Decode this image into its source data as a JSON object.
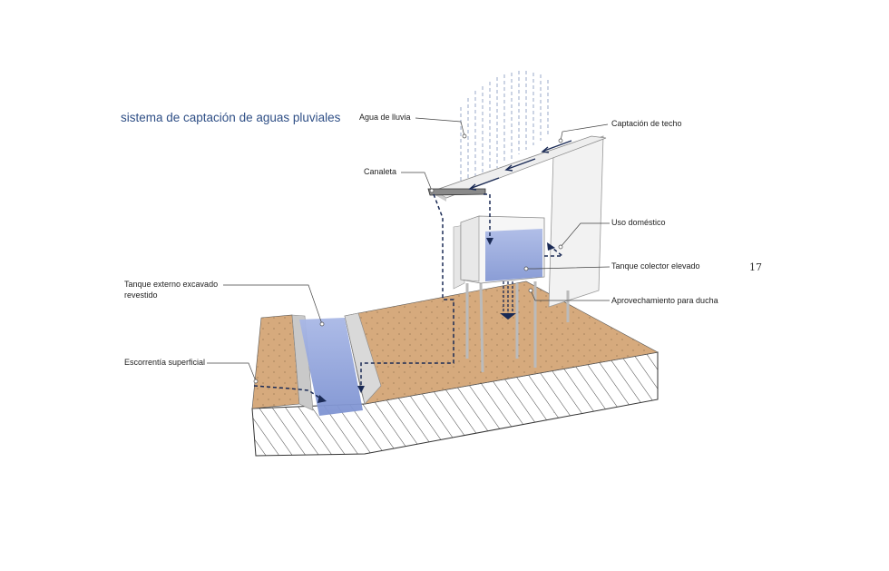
{
  "title": "sistema de captación de aguas pluviales",
  "page_number": "17",
  "labels": {
    "agua_lluvia": "Agua de lluvia",
    "captacion_techo": "Captación de techo",
    "canaleta": "Canaleta",
    "uso_domestico": "Uso doméstico",
    "tanque_elevado": "Tanque colector elevado",
    "aprovechamiento": "Aprovechamiento para ducha",
    "tanque_externo_1": "Tanque externo excavado",
    "tanque_externo_2": "revestido",
    "escorrentia": "Escorrentía superficial"
  },
  "colors": {
    "title": "#2f4f86",
    "soil": "#d6aa7d",
    "water": "#8fa4dc",
    "hatch": "#555555"
  }
}
